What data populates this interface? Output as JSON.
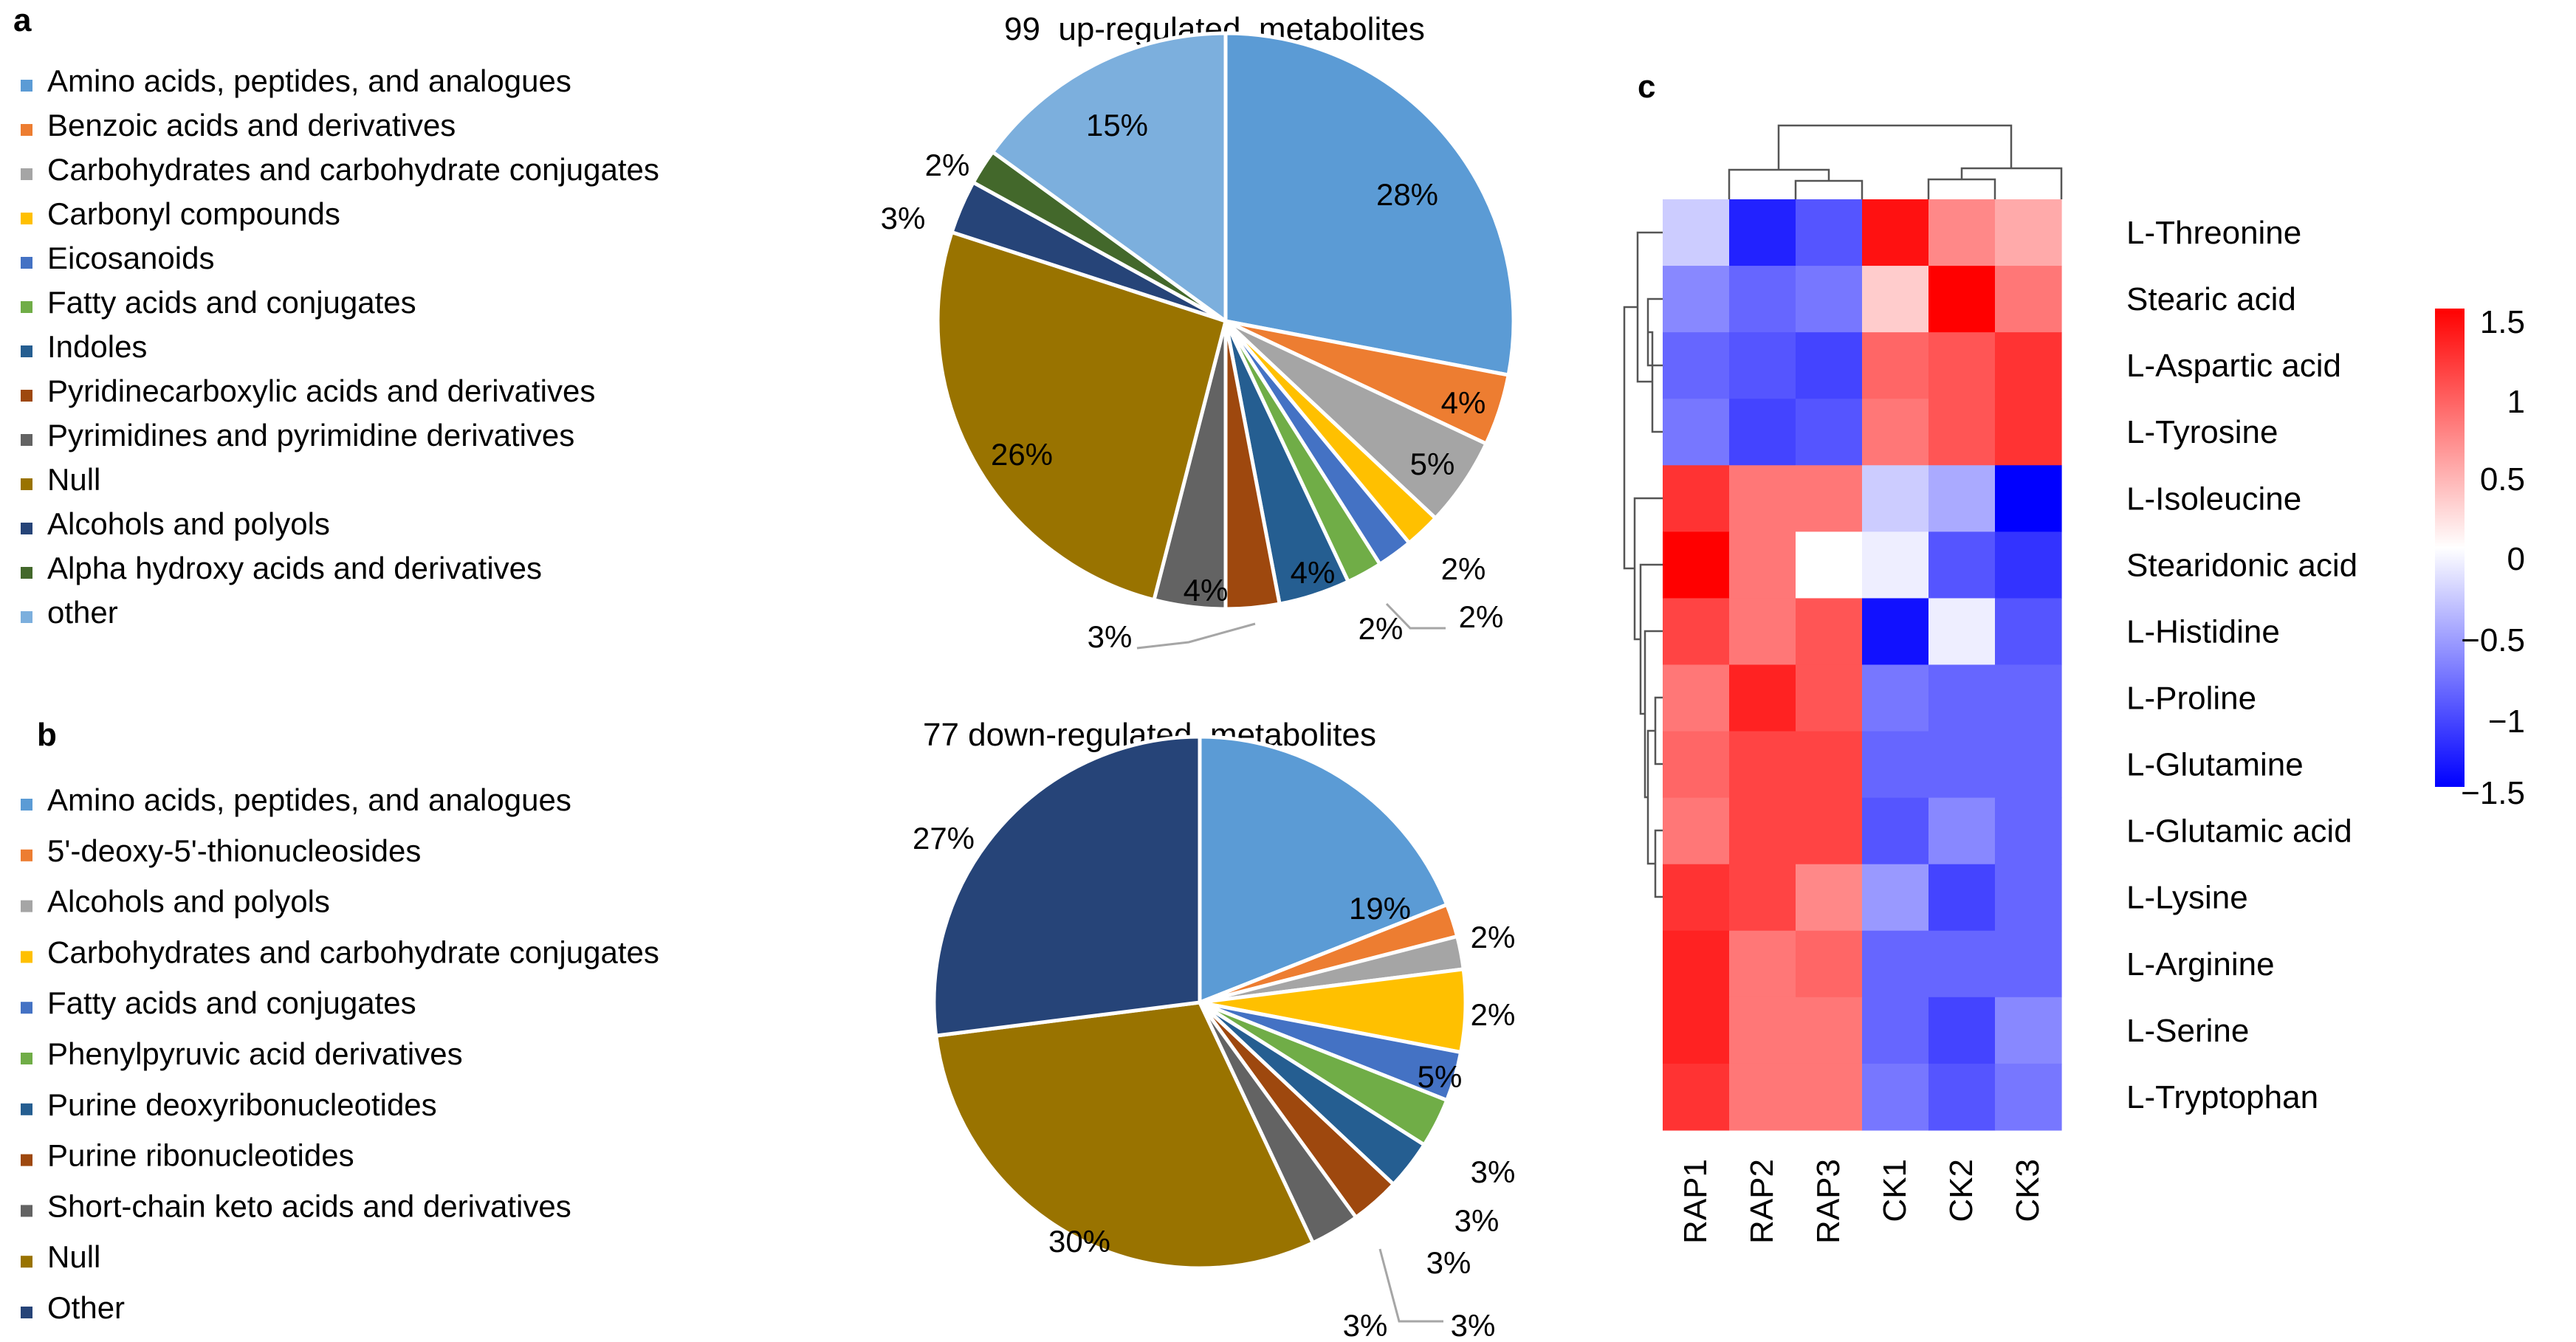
{
  "panels": {
    "a": {
      "letter": "a"
    },
    "b": {
      "letter": "b"
    },
    "c": {
      "letter": "c"
    }
  },
  "chart_data": [
    {
      "type": "pie",
      "panel": "a",
      "title": "99  up-regulated  metabolites",
      "legend_position": "left",
      "categories": [
        "Amino acids, peptides, and analogues",
        "Benzoic acids and derivatives",
        "Carbohydrates and carbohydrate conjugates",
        "Carbonyl compounds",
        "Eicosanoids",
        "Fatty acids and conjugates",
        "Indoles",
        "Pyridinecarboxylic acids and derivatives",
        "Pyrimidines and pyrimidine derivatives",
        "Null",
        "Alcohols and polyols",
        "Alpha hydroxy acids and derivatives",
        "other"
      ],
      "values": [
        28,
        4,
        5,
        2,
        2,
        2,
        4,
        3,
        4,
        26,
        3,
        2,
        15
      ],
      "labels": [
        "28%",
        "4%",
        "5%",
        "2%",
        "2%",
        "2%",
        "4%",
        "3%",
        "4%",
        "26%",
        "3%",
        "2%",
        "15%"
      ],
      "colors": [
        "#5b9bd5",
        "#ed7d31",
        "#a5a5a5",
        "#ffc000",
        "#4472c4",
        "#70ad47",
        "#255e91",
        "#9e480e",
        "#636363",
        "#997300",
        "#264478",
        "#43682b",
        "#7cafdd"
      ]
    },
    {
      "type": "pie",
      "panel": "b",
      "title": "77 down-regulated  metabolites",
      "legend_position": "left",
      "categories": [
        "Amino acids, peptides, and analogues",
        "5'-deoxy-5'-thionucleosides",
        "Alcohols and polyols",
        "Carbohydrates and carbohydrate conjugates",
        "Fatty acids and conjugates",
        "Phenylpyruvic acid derivatives",
        "Purine deoxyribonucleotides",
        "Purine ribonucleotides",
        "Short-chain keto acids and derivatives",
        "Null",
        "Other"
      ],
      "values": [
        19,
        2,
        2,
        5,
        3,
        3,
        3,
        3,
        3,
        30,
        27
      ],
      "labels": [
        "19%",
        "2%",
        "2%",
        "5%",
        "3%",
        "3%",
        "3%",
        "3%",
        "3%",
        "30%",
        "27%"
      ],
      "colors": [
        "#5b9bd5",
        "#ed7d31",
        "#a5a5a5",
        "#ffc000",
        "#4472c4",
        "#70ad47",
        "#255e91",
        "#9e480e",
        "#636363",
        "#997300",
        "#264478"
      ]
    },
    {
      "type": "heatmap",
      "panel": "c",
      "columns": [
        "RAP1",
        "RAP2",
        "RAP3",
        "CK1",
        "CK2",
        "CK3"
      ],
      "rows": [
        "L-Threonine",
        "Stearic acid",
        "L-Aspartic acid",
        "L-Tyrosine",
        "L-Isoleucine",
        "Stearidonic acid",
        "L-Histidine",
        "L-Proline",
        "L-Glutamine",
        "L-Glutamic acid",
        "L-Lysine",
        "L-Arginine",
        "L-Serine",
        "L-Tryptophan"
      ],
      "values": [
        [
          -0.3,
          -1.3,
          -1.0,
          1.4,
          0.7,
          0.5
        ],
        [
          -0.7,
          -0.9,
          -0.8,
          0.3,
          1.5,
          0.8
        ],
        [
          -0.9,
          -1.0,
          -1.1,
          0.9,
          1.0,
          1.2
        ],
        [
          -0.8,
          -1.1,
          -1.0,
          0.8,
          1.0,
          1.2
        ],
        [
          1.2,
          0.8,
          0.8,
          -0.3,
          -0.5,
          -1.5
        ],
        [
          1.5,
          0.8,
          0.0,
          -0.1,
          -1.0,
          -1.2
        ],
        [
          1.1,
          0.8,
          1.0,
          -1.4,
          -0.1,
          -1.0
        ],
        [
          0.8,
          1.3,
          1.0,
          -0.8,
          -0.9,
          -0.9
        ],
        [
          0.9,
          1.1,
          1.1,
          -0.9,
          -0.9,
          -0.9
        ],
        [
          0.8,
          1.1,
          1.1,
          -1.0,
          -0.7,
          -0.9
        ],
        [
          1.2,
          1.1,
          0.7,
          -0.6,
          -1.1,
          -0.9
        ],
        [
          1.3,
          0.8,
          0.9,
          -0.9,
          -0.9,
          -0.9
        ],
        [
          1.3,
          0.8,
          0.8,
          -0.9,
          -1.1,
          -0.7
        ],
        [
          1.2,
          0.8,
          0.8,
          -0.8,
          -1.0,
          -0.8
        ]
      ],
      "colorscale": {
        "min": -1.5,
        "max": 1.5,
        "low": "#0000ff",
        "mid": "#ffffff",
        "high": "#ff0000"
      },
      "colorbar_ticks": [
        "1.5",
        "1",
        "0.5",
        "0",
        "−0.5",
        "−1",
        "−1.5"
      ]
    }
  ]
}
